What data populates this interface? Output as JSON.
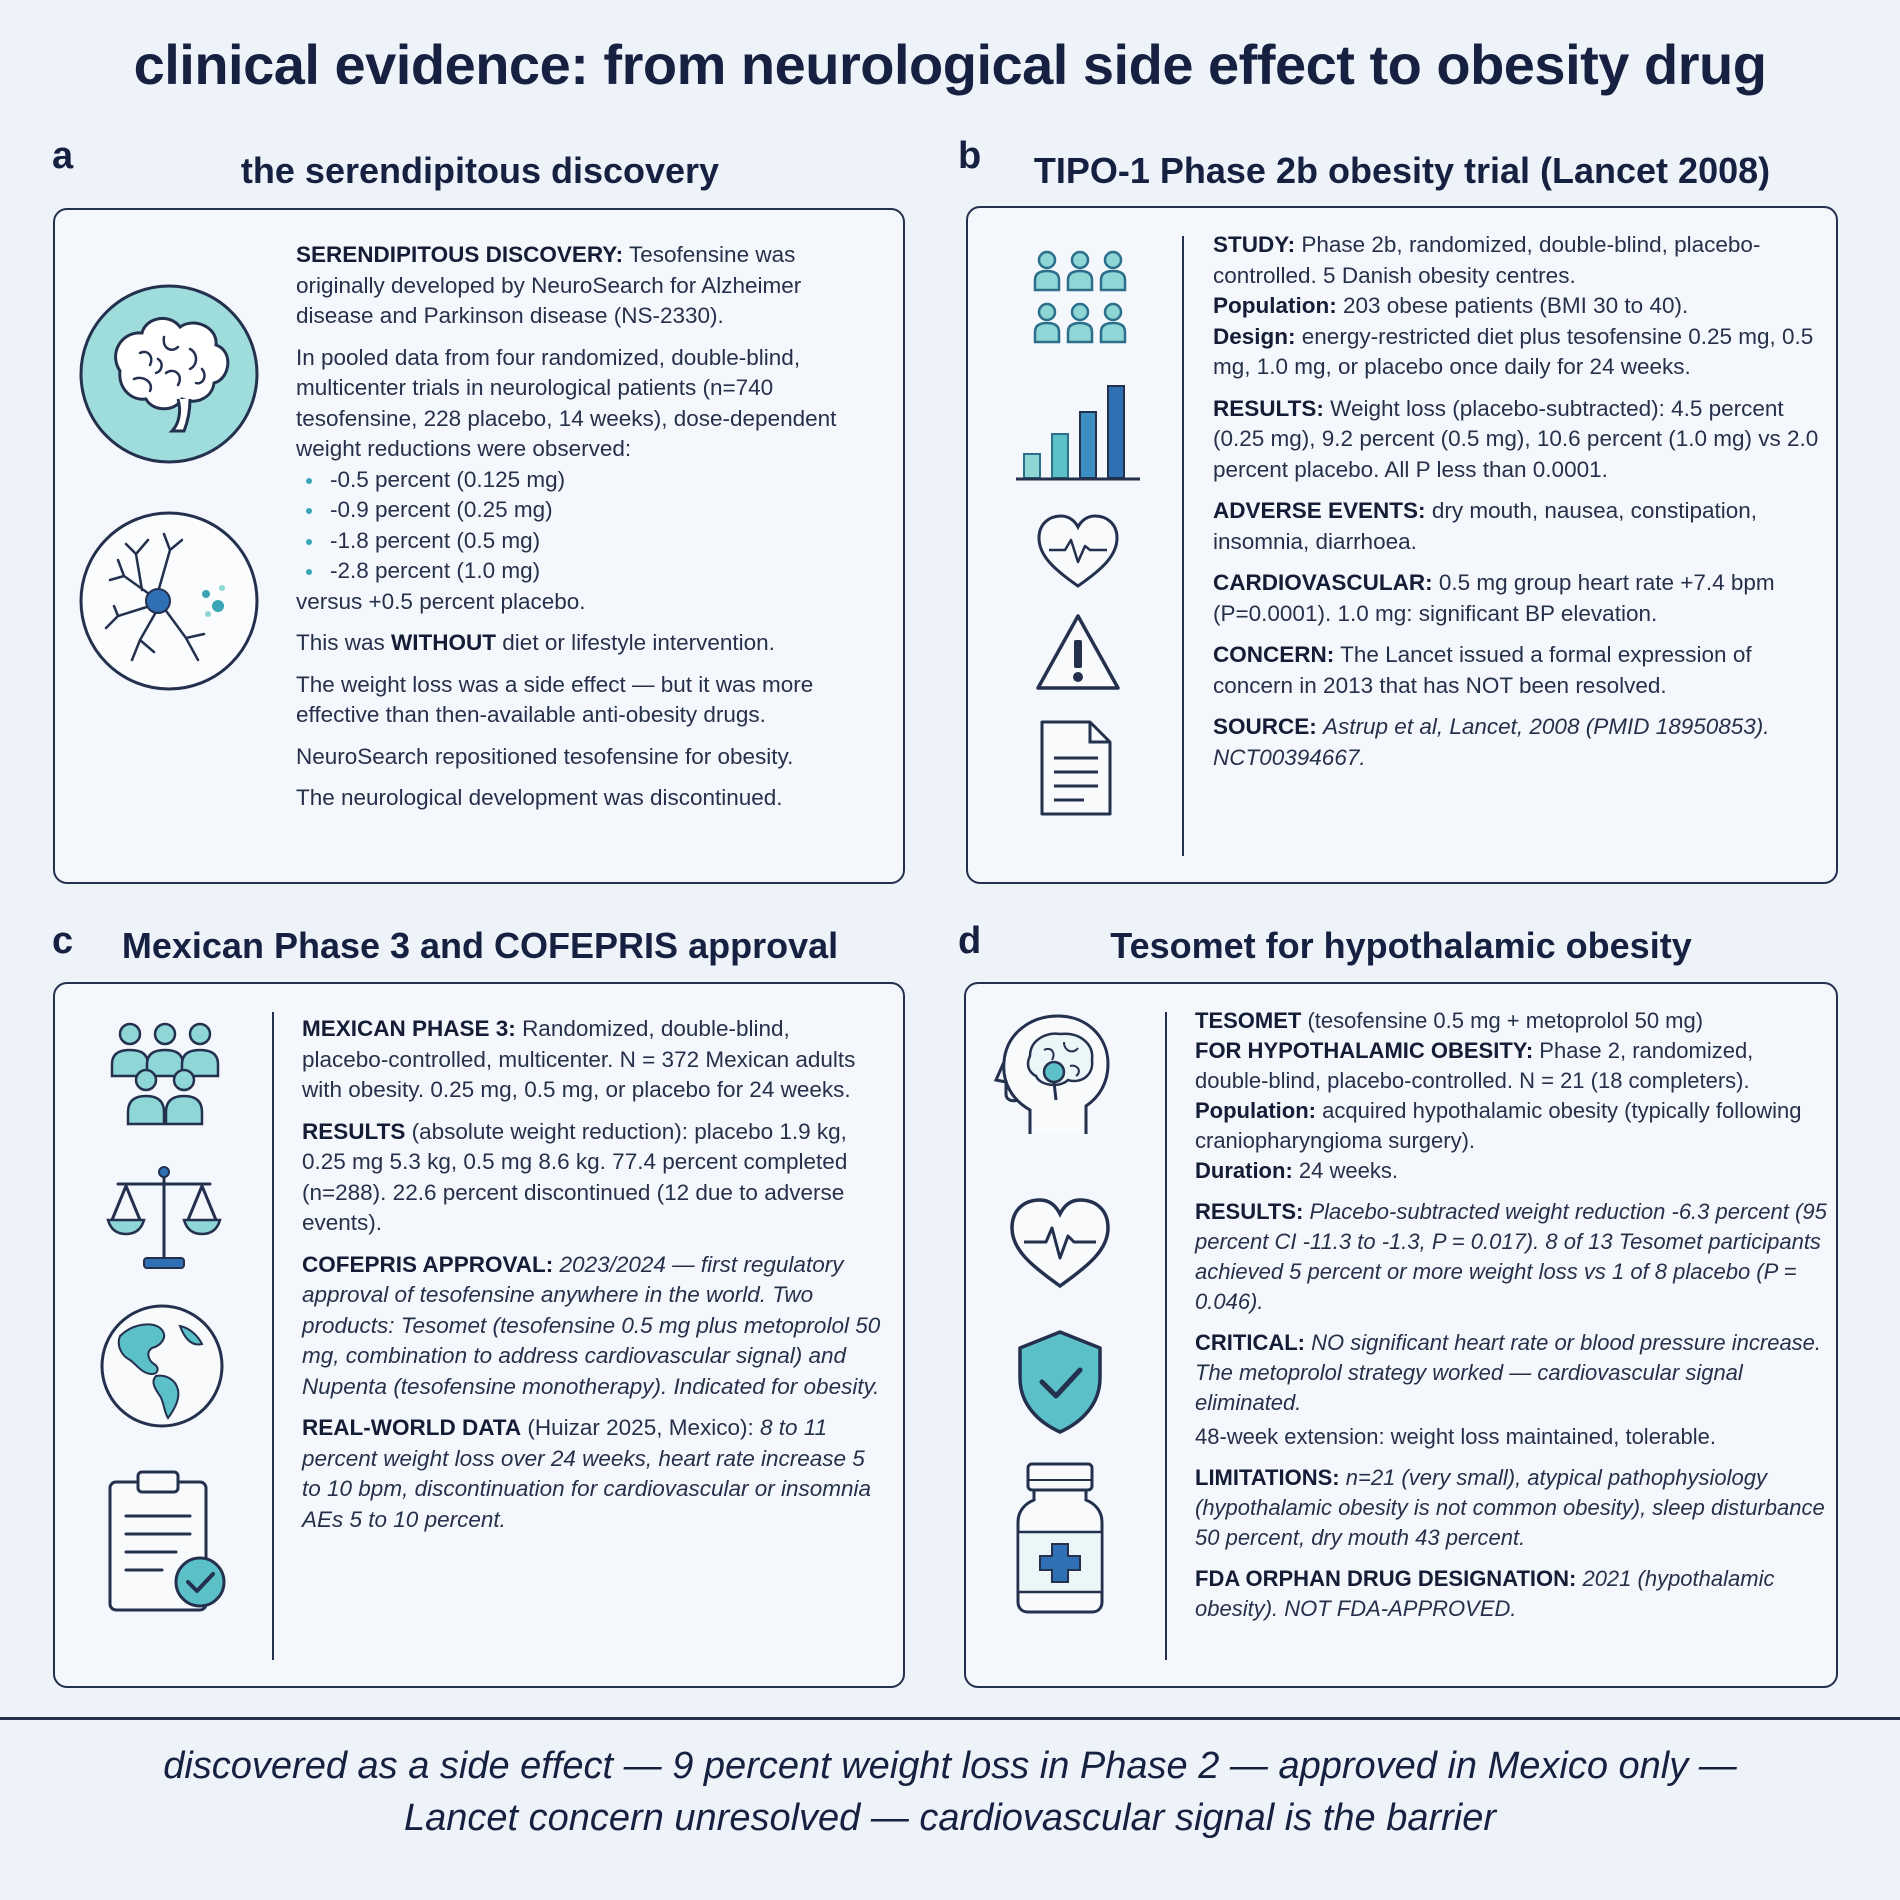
{
  "title": "clinical evidence: from neurological side effect to obesity drug",
  "panel_a": {
    "label": "a",
    "title": "the serendipitous discovery",
    "p1_head": "SERENDIPITOUS DISCOVERY:",
    "p1_body": "Tesofensine was originally developed by NeuroSearch for Alzheimer disease and Parkinson disease (NS-2330).",
    "p2": "In pooled data from four randomized, double-blind, multicenter trials in neurological patients (n=740 tesofensine, 228 placebo, 14 weeks), dose-dependent weight reductions were observed:",
    "bullets": [
      "-0.5 percent (0.125 mg)",
      "-0.9 percent (0.25 mg)",
      "-1.8 percent (0.5 mg)",
      "-2.8 percent (1.0 mg)"
    ],
    "versus": "versus +0.5 percent placebo.",
    "p3_pre": "This was",
    "p3_bold": "WITHOUT",
    "p3_post": "diet or lifestyle intervention.",
    "p4": "The weight loss was a side effect — but it was more effective than then-available anti-obesity drugs.",
    "p5": "NeuroSearch repositioned tesofensine for obesity.",
    "p6": "The neurological development was discontinued."
  },
  "panel_b": {
    "label": "b",
    "title": "TIPO-1 Phase 2b obesity trial (Lancet 2008)",
    "study_head": "STUDY:",
    "study_body": "Phase 2b, randomized, double-blind, placebo-controlled. 5 Danish obesity centres.",
    "pop_head": "Population:",
    "pop_body": "203 obese patients (BMI 30 to 40).",
    "design_head": "Design:",
    "design_body": "energy-restricted diet plus tesofensine 0.25 mg, 0.5 mg, 1.0 mg, or placebo once daily for 24 weeks.",
    "results_head": "RESULTS:",
    "results_body": "Weight loss (placebo-subtracted): 4.5 percent (0.25 mg), 9.2 percent (0.5 mg), 10.6 percent (1.0 mg) vs 2.0 percent placebo. All P less than 0.0001.",
    "ae_head": "ADVERSE EVENTS:",
    "ae_body": "dry mouth, nausea, constipation, insomnia, diarrhoea.",
    "cv_head": "CARDIOVASCULAR:",
    "cv_body": "0.5 mg group heart rate +7.4 bpm (P=0.0001). 1.0 mg: significant BP elevation.",
    "concern_head": "CONCERN:",
    "concern_body": "The Lancet issued a formal expression of concern in 2013 that has NOT been resolved.",
    "source_head": "SOURCE:",
    "source_body": "Astrup et al, Lancet, 2008 (PMID 18950853). NCT00394667."
  },
  "panel_c": {
    "label": "c",
    "title": "Mexican Phase 3 and COFEPRIS approval",
    "mp_head": "MEXICAN PHASE 3:",
    "mp_body": "Randomized, double-blind, placebo-controlled, multicenter. N = 372 Mexican adults with obesity. 0.25 mg, 0.5 mg, or placebo for 24 weeks.",
    "res_head": "RESULTS",
    "res_sub": "(absolute weight reduction):",
    "res_body": "placebo 1.9 kg, 0.25 mg 5.3 kg, 0.5 mg 8.6 kg. 77.4 percent completed (n=288). 22.6 percent discontinued (12 due to adverse events).",
    "cof_head": "COFEPRIS APPROVAL:",
    "cof_body": "2023/2024 — first regulatory approval of tesofensine anywhere in the world. Two products: Tesomet (tesofensine 0.5 mg plus metoprolol 50 mg, combination to address cardiovascular signal) and Nupenta (tesofensine monotherapy). Indicated for obesity.",
    "rw_head": "REAL-WORLD DATA",
    "rw_sub": "(Huizar 2025, Mexico):",
    "rw_body": "8 to 11 percent weight loss over 24 weeks, heart rate increase 5 to 10 bpm, discontinuation for cardiovascular or insomnia AEs 5 to 10 percent."
  },
  "panel_d": {
    "label": "d",
    "title": "Tesomet for hypothalamic obesity",
    "t_head": "TESOMET",
    "t_sub": "(tesofensine 0.5 mg + metoprolol 50 mg)",
    "for_head": "FOR HYPOTHALAMIC OBESITY:",
    "for_body": "Phase 2, randomized, double-blind, placebo-controlled. N = 21 (18 completers).",
    "pop_head": "Population:",
    "pop_body": "acquired hypothalamic obesity (typically following craniopharyngioma surgery).",
    "dur_head": "Duration:",
    "dur_body": "24 weeks.",
    "res_head": "RESULTS:",
    "res_body": "Placebo-subtracted weight reduction -6.3 percent (95 percent CI -11.3 to -1.3, P = 0.017). 8 of 13 Tesomet participants achieved 5 percent or more weight loss vs 1 of 8 placebo (P = 0.046).",
    "crit_head": "CRITICAL:",
    "crit_body": "NO significant heart rate or blood pressure increase. The metoprolol strategy worked — cardiovascular signal eliminated.",
    "ext": "48-week extension: weight loss maintained, tolerable.",
    "lim_head": "LIMITATIONS:",
    "lim_body": "n=21 (very small), atypical pathophysiology (hypothalamic obesity is not common obesity), sleep disturbance 50 percent, dry mouth 43 percent.",
    "fda_head": "FDA ORPHAN DRUG DESIGNATION:",
    "fda_body": "2021 (hypothalamic obesity). NOT FDA-APPROVED."
  },
  "footer": {
    "line1": "discovered as a side effect — 9 percent weight loss in Phase 2 — approved in Mexico only —",
    "line2": "Lancet concern unresolved — cardiovascular signal is the barrier"
  },
  "colors": {
    "navy": "#23304e",
    "teal": "#3aa6b5",
    "teal_light": "#8fd6d6",
    "blue": "#2f6fb3"
  },
  "icons": [
    "brain-icon",
    "neuron-icon",
    "people-group-icon",
    "bar-chart-icon",
    "heartbeat-icon",
    "warning-icon",
    "document-icon",
    "people-icon",
    "scale-icon",
    "globe-icon",
    "clipboard-check-icon",
    "head-brain-icon",
    "heart-pulse-icon",
    "shield-check-icon",
    "medicine-bottle-icon"
  ]
}
